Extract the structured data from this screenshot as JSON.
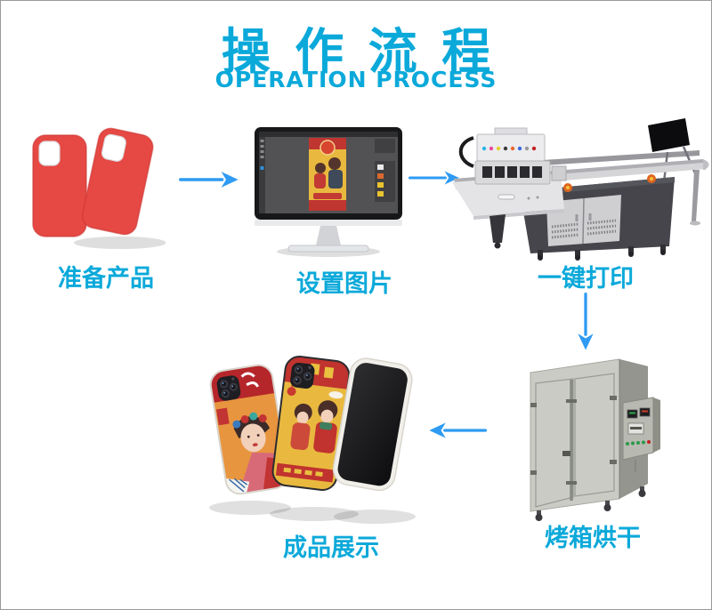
{
  "page": {
    "title": "操作流程",
    "subtitle": "OPERATION PROCESS",
    "background": "#ffffff",
    "border_color": "#9a9a9a"
  },
  "colors": {
    "accent_cyan": "#0ba9da",
    "arrow_blue": "#2f9bf2",
    "case_red": "#e64843"
  },
  "steps": [
    {
      "label": "准备产品",
      "image": "red-phone-cases"
    },
    {
      "label": "设置图片",
      "image": "monitor-with-design-software"
    },
    {
      "label": "一键打印",
      "image": "uv-flatbed-printer"
    },
    {
      "label": "烤箱烘干",
      "image": "industrial-drying-oven"
    },
    {
      "label": "成品展示",
      "image": "printed-phone-cases-display"
    }
  ],
  "arrows": [
    {
      "icon": "arrow-right-icon",
      "from": "准备产品",
      "to": "设置图片"
    },
    {
      "icon": "arrow-right-icon",
      "from": "设置图片",
      "to": "一键打印"
    },
    {
      "icon": "arrow-down-icon",
      "from": "一键打印",
      "to": "烤箱烘干"
    },
    {
      "icon": "arrow-left-icon",
      "from": "烤箱烘干",
      "to": "成品展示"
    }
  ]
}
